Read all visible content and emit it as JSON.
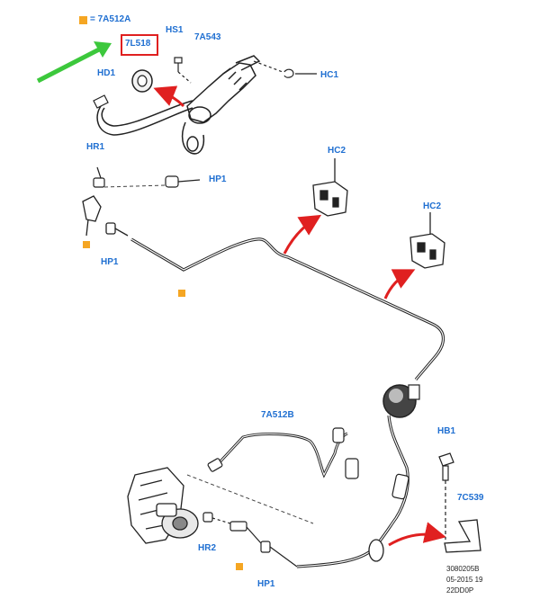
{
  "legend": {
    "symbol_color": "#f5a623",
    "text": "= 7A512A"
  },
  "labels": {
    "hs1": "HS1",
    "p7a543": "7A543",
    "p7l518": "7L518",
    "hc1": "HC1",
    "hd1": "HD1",
    "hr1": "HR1",
    "hp1_top": "HP1",
    "hc2_a": "HC2",
    "hc2_b": "HC2",
    "hp1_mid": "HP1",
    "p7a512b": "7A512B",
    "hb1": "HB1",
    "p7c539": "7C539",
    "hr2": "HR2",
    "hp1_bot": "HP1"
  },
  "footer": {
    "line1": "3080205B",
    "line2": "05-2015 19",
    "line3": "22DD0P"
  },
  "colors": {
    "label_blue": "#1f6fd1",
    "highlight_red": "#e02020",
    "arrow_red": "#e02020",
    "arrow_green": "#3cc83c",
    "marker_orange": "#f5a623"
  }
}
